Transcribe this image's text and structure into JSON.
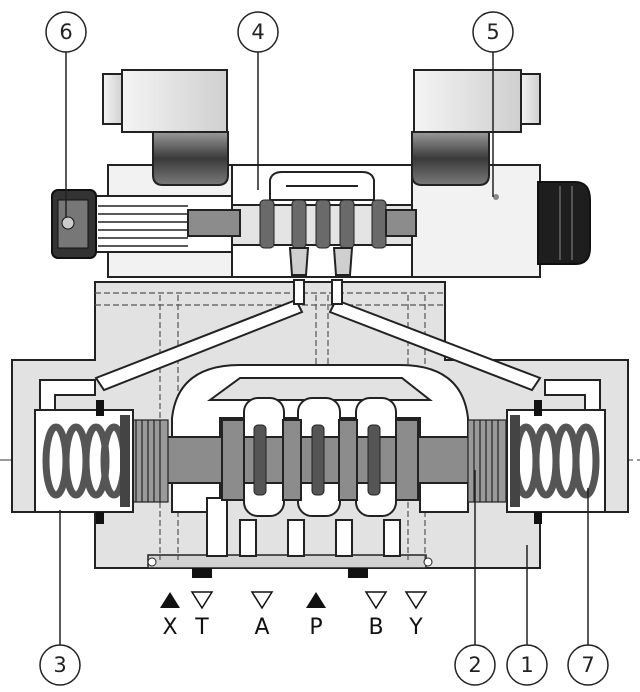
{
  "callouts": {
    "c1": "1",
    "c2": "2",
    "c3": "3",
    "c4": "4",
    "c5": "5",
    "c6": "6",
    "c7": "7"
  },
  "ports": {
    "x": "X",
    "t": "T",
    "a": "A",
    "p": "P",
    "b": "B",
    "y": "Y"
  },
  "colors": {
    "body": "#e2e2e2",
    "dark": "#444444",
    "mid": "#8c8c8c",
    "outline": "#222222"
  }
}
